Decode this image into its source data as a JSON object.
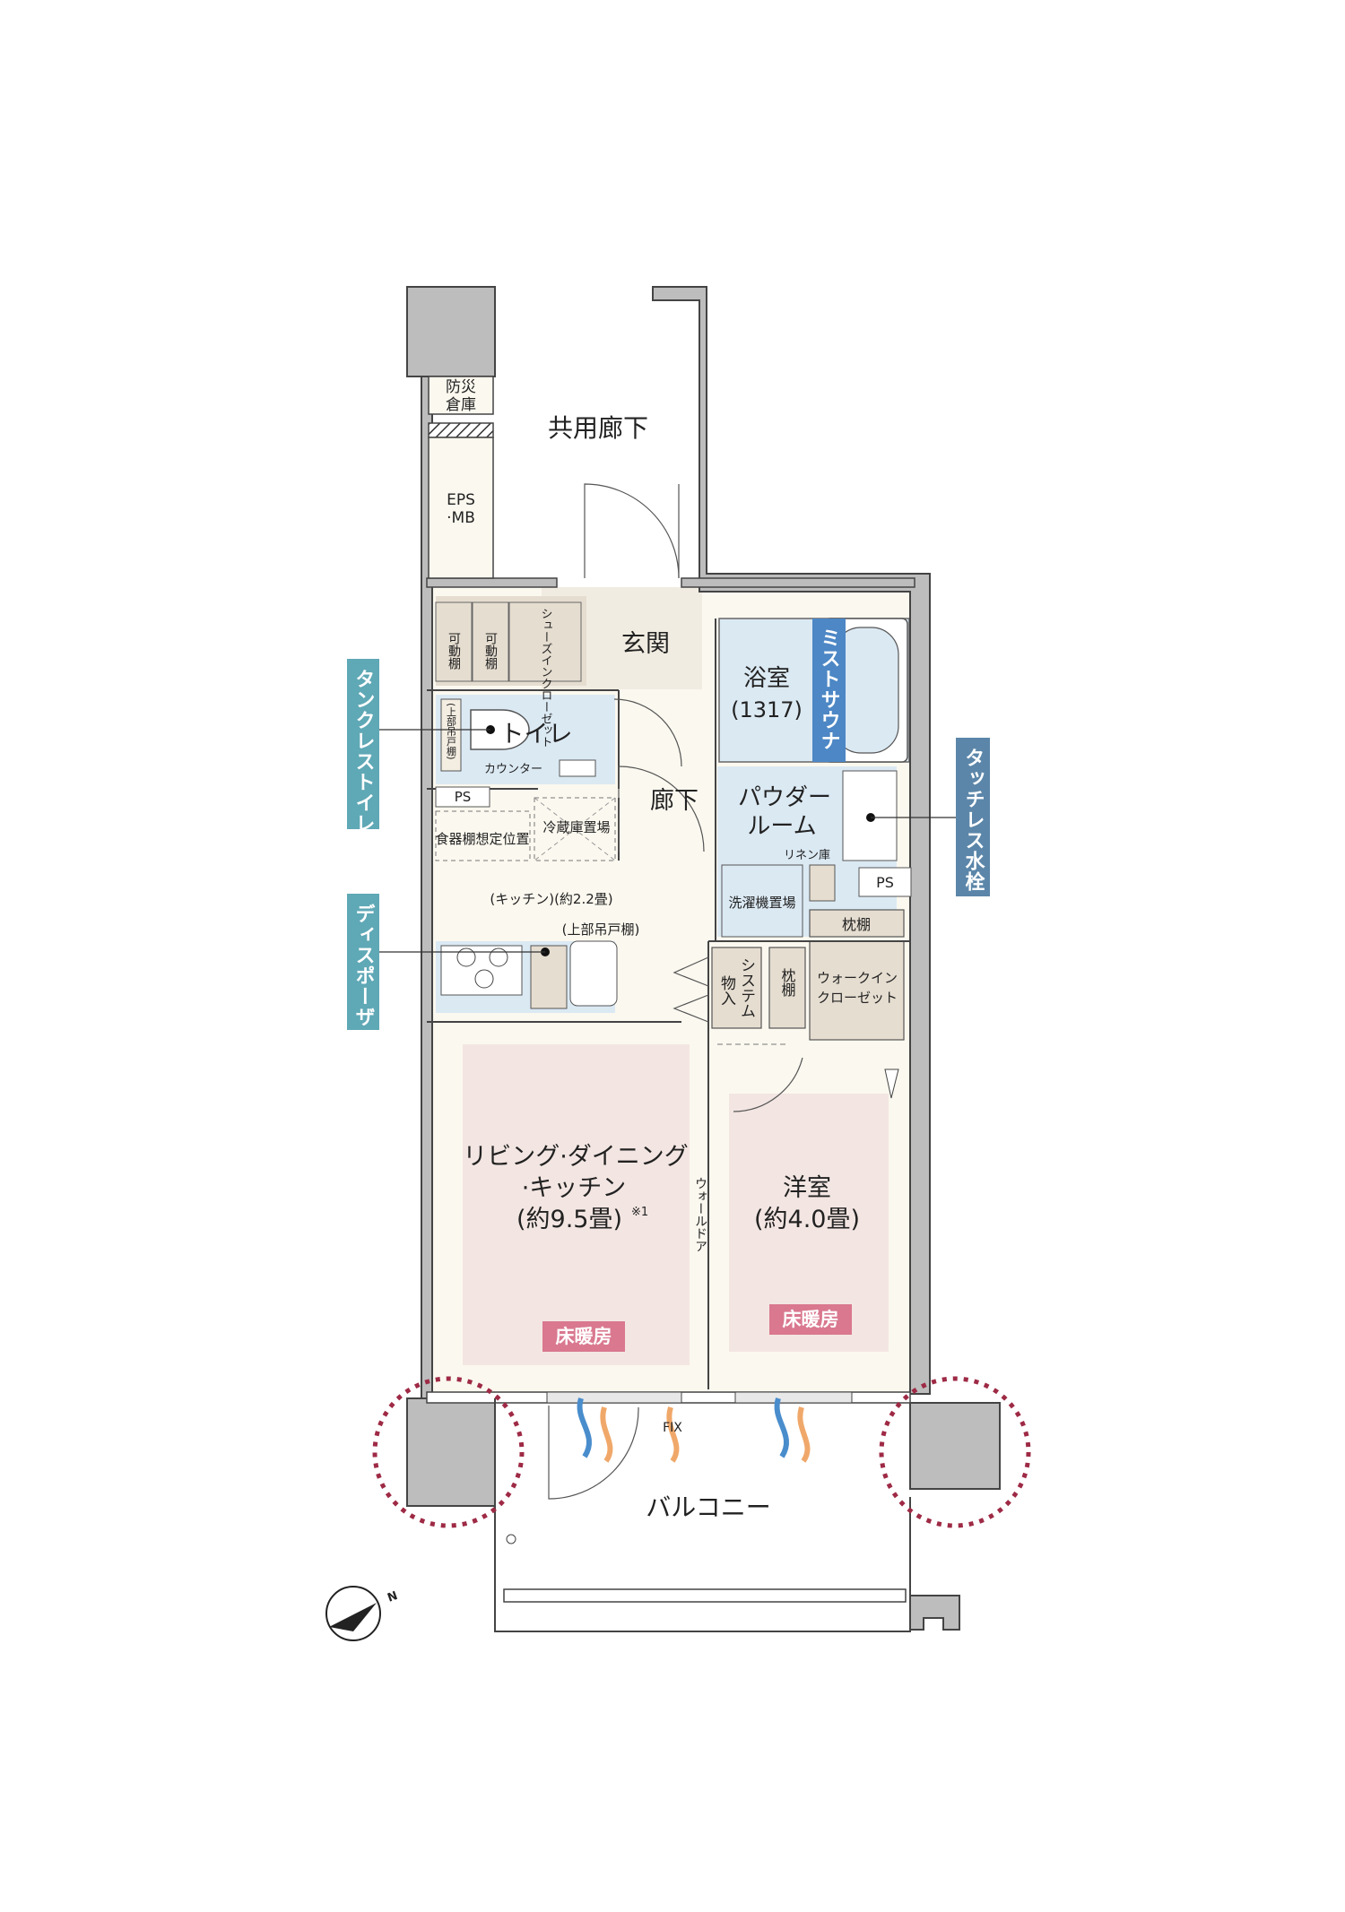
{
  "labels": {
    "bousai1": "防災",
    "bousai2": "倉庫",
    "common_corridor": "共用廊下",
    "eps": "EPS",
    "mb": "·MB",
    "entrance": "玄関",
    "shelf1": "可動棚",
    "shelf2": "可動棚",
    "shoe_closet": "シューズインクローゼット",
    "toilet": "トイレ",
    "upper_cab_toilet": "(上部吊戸棚)",
    "counter": "カウンター",
    "ps1": "PS",
    "ps2": "PS",
    "corridor": "廊下",
    "bath1": "浴室",
    "bath2": "(1317)",
    "powder1": "パウダー",
    "powder2": "ルーム",
    "linen": "リネン庫",
    "washer": "洗濯機置場",
    "dish": "食器棚想定位置",
    "fridge": "冷蔵庫置場",
    "kitchen": "(キッチン)(約2.2畳)",
    "upper_cab": "(上部吊戸棚)",
    "system1": "システム",
    "system2": "物入",
    "pillow_top": "枕棚",
    "pillow_side": "枕棚",
    "wic1": "ウォークイン",
    "wic2": "クローゼット",
    "ldk1": "リビング·ダイニング",
    "ldk2": "·キッチン",
    "ldk3": "(約9.5畳)",
    "ldk_note": "※1",
    "walldoor": "ウォールドア",
    "western1": "洋室",
    "western2": "(約4.0畳)",
    "floor_heat1": "床暖房",
    "floor_heat2": "床暖房",
    "fix": "FIX",
    "balcony": "バルコニー",
    "north": "N"
  },
  "callouts": {
    "tankless": "タンクレストイレ",
    "disposer": "ディスポーザ",
    "mist": "ミストサウナ",
    "touchless": "タッチレス水栓"
  },
  "colors": {
    "room_fill": "#fbf8ef",
    "wet_area": "#dbe9f3",
    "storage": "#e5ddd0",
    "heating_area": "#f3e6e2",
    "floor_heating_badge": "#d9788f",
    "teal_callout": "#5fa8b6",
    "blue_callout": "#4d87c5",
    "steel_callout": "#5b86a9",
    "wall": "#bdbdbd",
    "dotted_circle": "#9e2a45"
  }
}
